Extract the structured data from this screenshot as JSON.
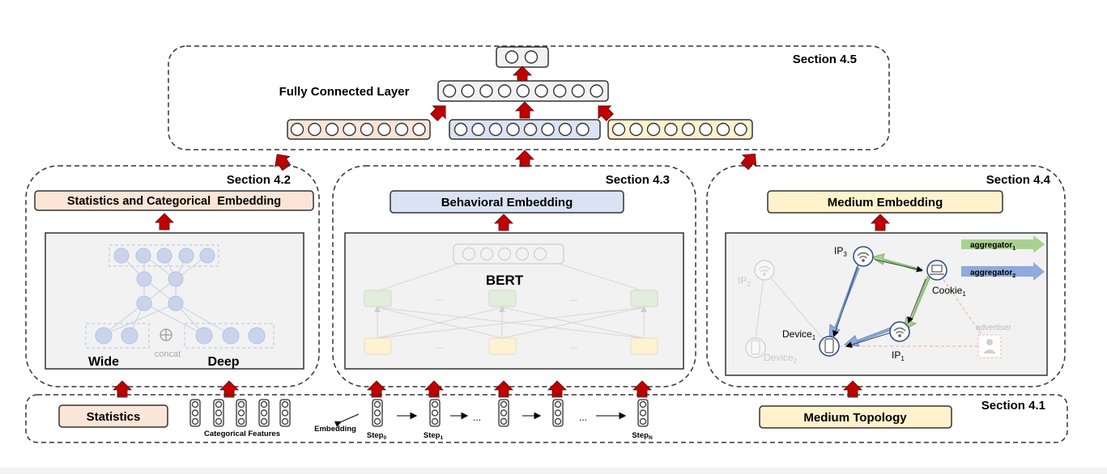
{
  "sections": {
    "s45": "Section 4.5",
    "s42": "Section 4.2",
    "s43": "Section 4.3",
    "s44": "Section 4.4",
    "s41": "Section 4.1"
  },
  "top": {
    "fc_label": "Fully Connected Layer"
  },
  "left_panel": {
    "title": "Statistics and Categorical  Embedding",
    "wide": "Wide",
    "deep": "Deep",
    "concat": "concat"
  },
  "middle_panel": {
    "title": "Behavioral Embedding",
    "bert": "BERT",
    "dots": "..."
  },
  "right_panel": {
    "title": "Medium Embedding",
    "ip3": "IP",
    "ip3_sub": "3",
    "ip2": "IP",
    "ip2_sub": "2",
    "ip1": "IP",
    "ip1_sub": "1",
    "cookie": "Cookie",
    "cookie_sub": "1",
    "device1": "Device",
    "device1_sub": "1",
    "device2": "Device",
    "device2_sub": "2",
    "advertiser": "advertiser",
    "agg1": "aggregator",
    "agg1_sub": "1",
    "agg2": "aggregator",
    "agg2_sub": "2"
  },
  "bottom": {
    "statistics": "Statistics",
    "categorical": "Categorical Features",
    "embedding": "Embedding",
    "step0": "Step",
    "step0_sub": "0",
    "step1": "Step",
    "step1_sub": "1",
    "stepN": "Step",
    "stepN_sub": "N",
    "dots": "...",
    "medium_topology": "Medium Topology"
  },
  "colors": {
    "orange_fill": "#fbe5d6",
    "blue_fill": "#dae3f3",
    "yellow_fill": "#fff2cc",
    "arrow_red": "#c00000",
    "panel_fill": "#f2f2f2",
    "green_arrow": "#a9d18e",
    "blue_arrow": "#8faadc"
  }
}
